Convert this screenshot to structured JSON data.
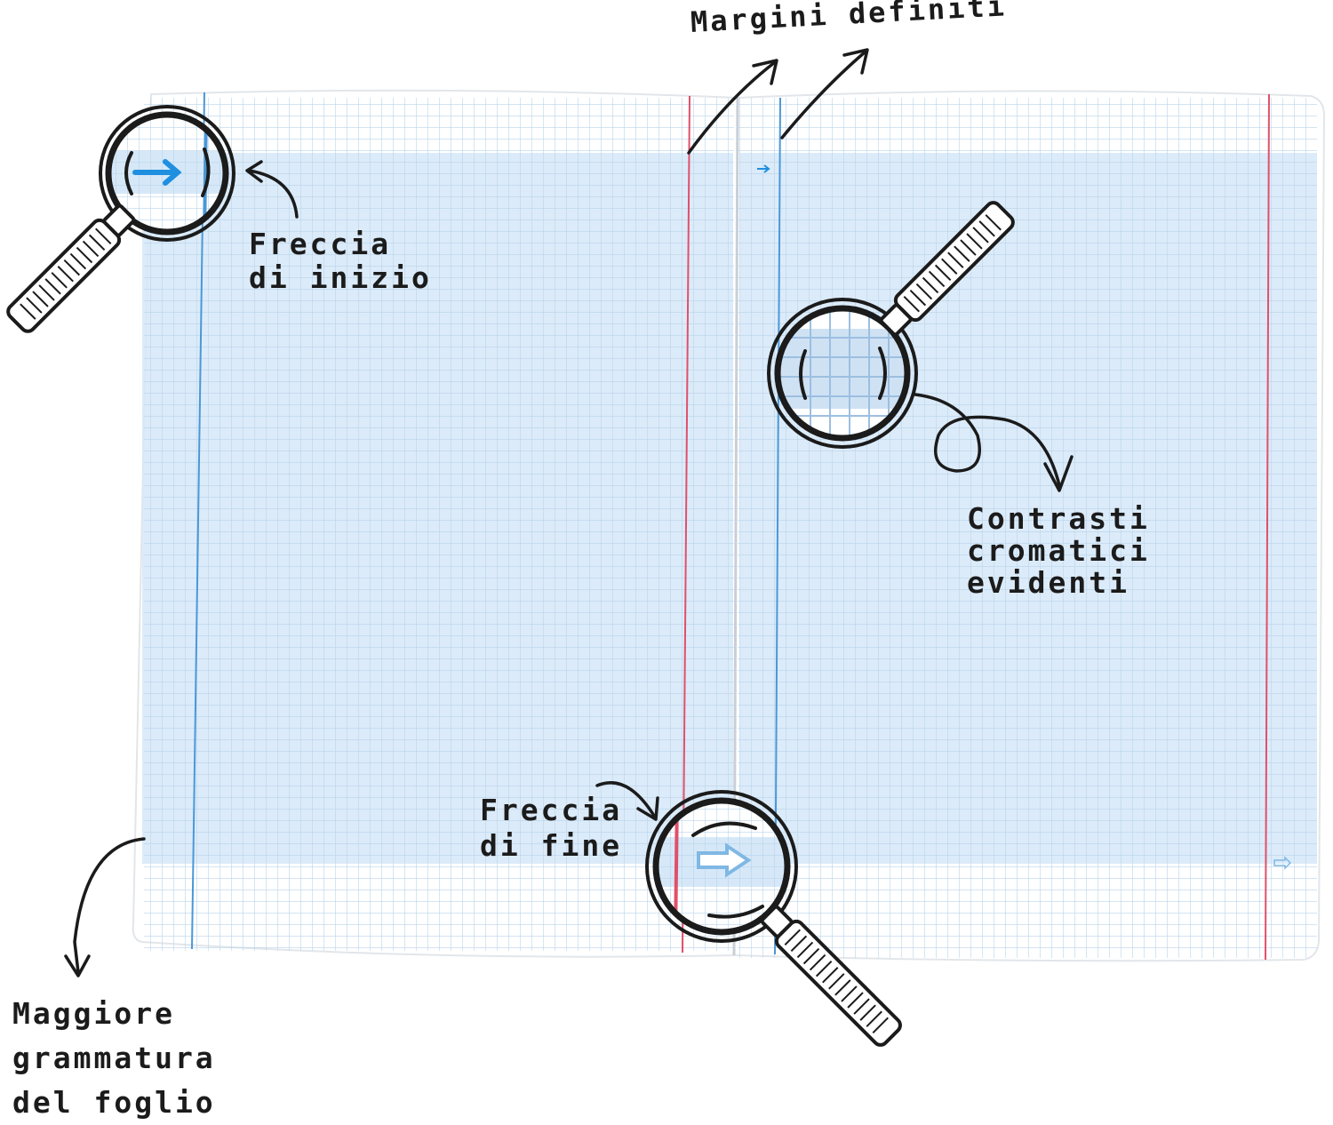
{
  "annotations": {
    "margini": [
      "Margini definiti"
    ],
    "inizio": [
      "Freccia",
      "di inizio"
    ],
    "contrasti": [
      "Contrasti",
      "cromatici",
      "evidenti"
    ],
    "fine": [
      "Freccia",
      "di fine"
    ],
    "maggiore": [
      "Maggiore",
      "grammatura",
      "del foglio"
    ]
  },
  "colors": {
    "grid_line": "#b9d4ea",
    "highlight_band": "#d6e8f8",
    "margin_blue": "#4a98d8",
    "margin_red": "#e0506a",
    "start_arrow": "#1f8fe0",
    "end_arrow": "#7fb8e4",
    "ink": "#1b1b1b"
  },
  "icons": [
    "magnifier-icon",
    "arrow-right-icon",
    "arrow-outline-icon",
    "curved-arrow-icon"
  ]
}
